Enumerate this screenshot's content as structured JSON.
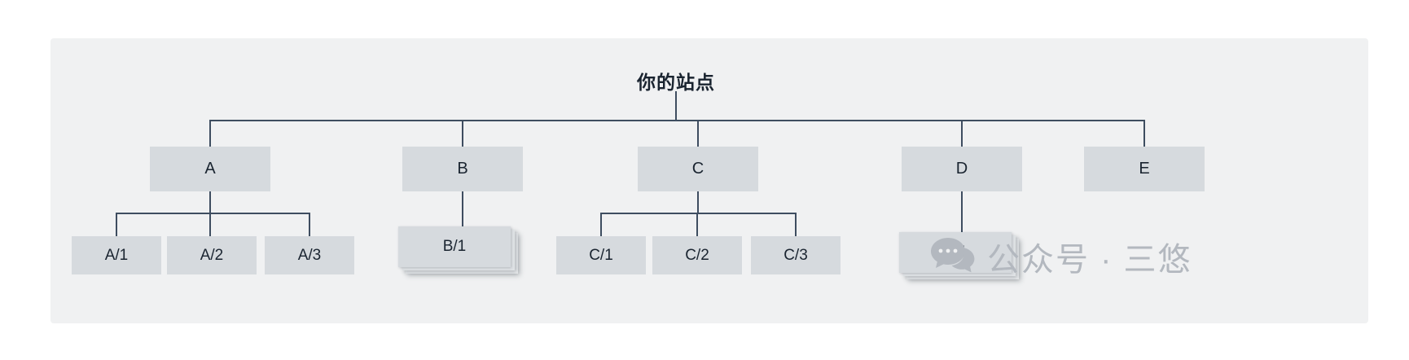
{
  "diagram": {
    "title": "你的站点",
    "level1": [
      {
        "label": "A"
      },
      {
        "label": "B"
      },
      {
        "label": "C"
      },
      {
        "label": "D"
      },
      {
        "label": "E"
      }
    ],
    "a_children": [
      {
        "label": "A/1"
      },
      {
        "label": "A/2"
      },
      {
        "label": "A/3"
      }
    ],
    "b_children": [
      {
        "label": "B/1"
      }
    ],
    "c_children": [
      {
        "label": "C/1"
      },
      {
        "label": "C/2"
      },
      {
        "label": "C/3"
      }
    ],
    "d_children": [
      {
        "label": "D/1"
      }
    ]
  },
  "watermark": {
    "text": "公众号 · 三悠",
    "icon": "chat-bubbles-icon"
  },
  "colors": {
    "panel": "#f0f1f2",
    "box": "#d6dade",
    "line": "#3e4d60",
    "box_text": "#1a2430",
    "watermark": "#b3b8bf"
  }
}
